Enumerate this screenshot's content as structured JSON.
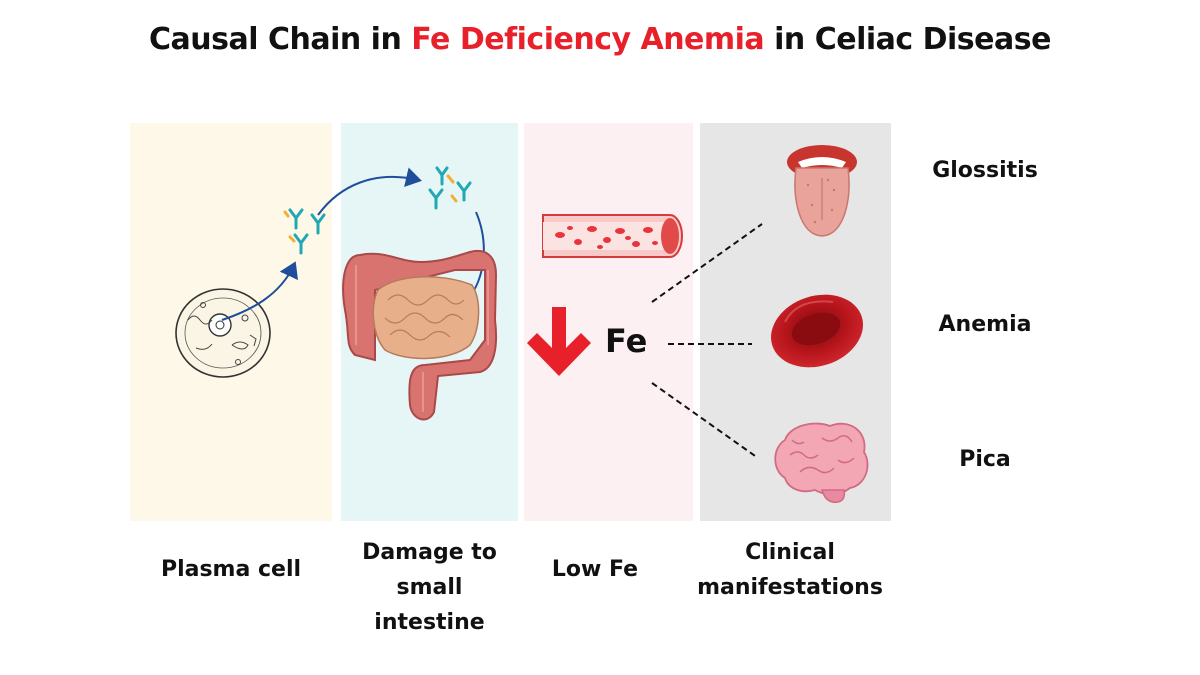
{
  "title": {
    "prefix": "Causal Chain in ",
    "highlight": "Fe Deficiency Anemia",
    "suffix": " in Celiac Disease",
    "highlight_color": "#e8202a"
  },
  "steps": [
    {
      "caption": "Plasma cell",
      "icon": "plasma-cell-icon"
    },
    {
      "caption": "Damage to small intestine",
      "icon": "intestine-icon"
    },
    {
      "caption": "Low Fe",
      "icon": "blood-vessel-icon"
    },
    {
      "caption": "Clinical manifestations",
      "icon": "clinical-icons"
    }
  ],
  "center_label": "Fe",
  "manifestations": [
    {
      "label": "Glossitis",
      "icon": "tongue-icon"
    },
    {
      "label": "Anemia",
      "icon": "red-blood-cell-icon"
    },
    {
      "label": "Pica",
      "icon": "brain-icon"
    }
  ],
  "colors": {
    "panel_1": "#fdf8e8",
    "panel_2": "#e6f5f6",
    "panel_3": "#fcf0f2",
    "panel_4": "#e6e6e6",
    "arrow_blue": "#1f4e9c",
    "down_arrow_red": "#e8202a"
  }
}
